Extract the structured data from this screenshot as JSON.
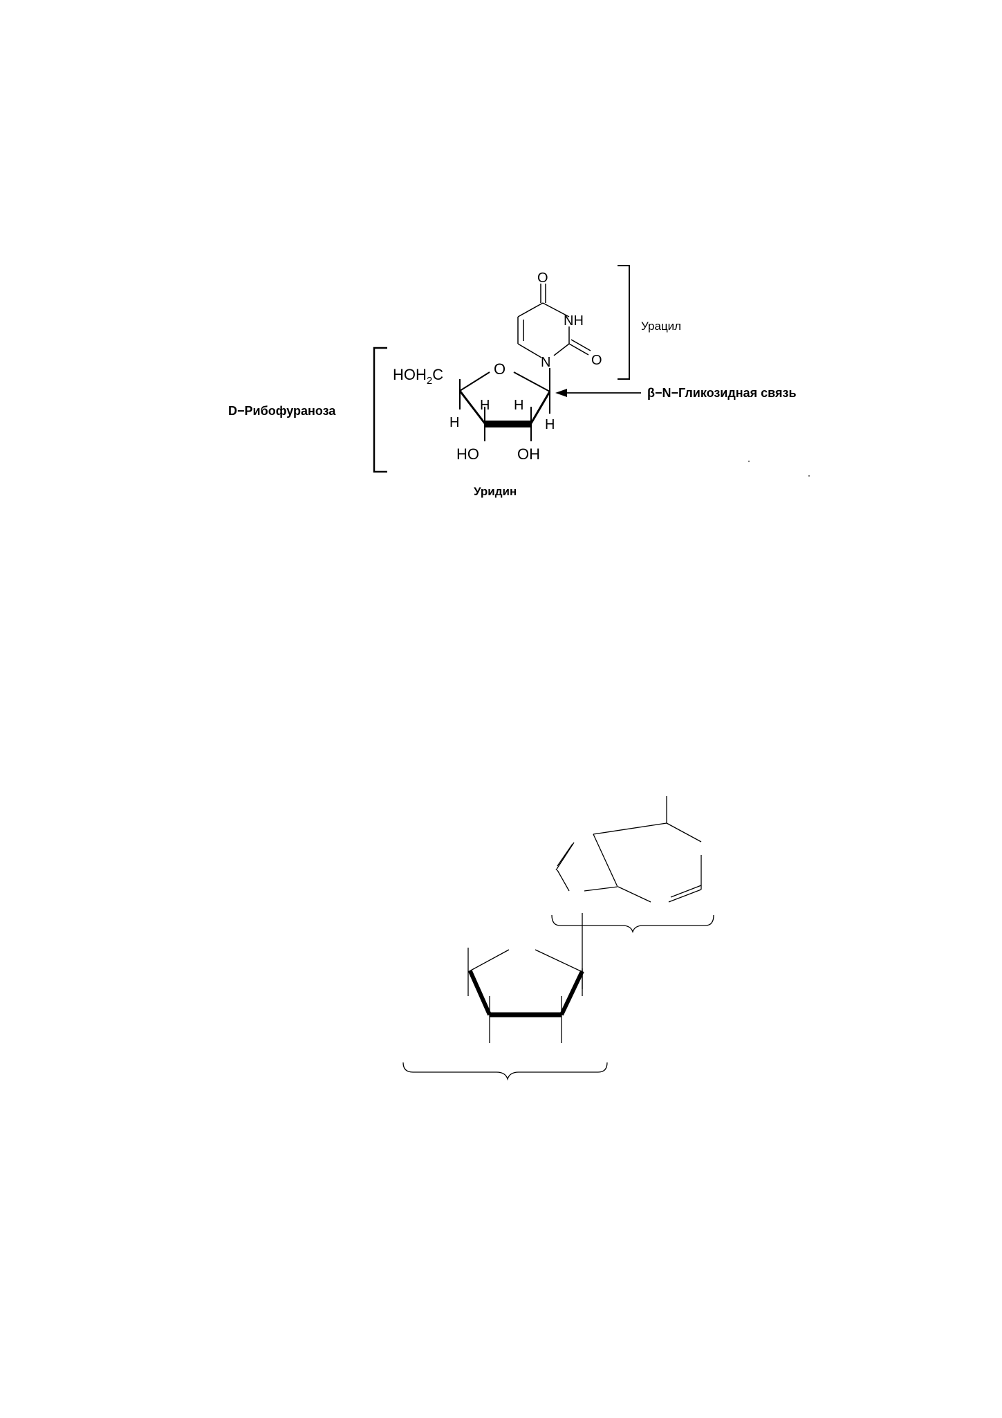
{
  "uridine_diagram": {
    "ribose_label": "D−Рибофураноза",
    "base_label": "Урацил",
    "bond_label": "β−N−Гликозидная связь",
    "name_label": "Уридин",
    "atoms": {
      "hoh2c": "HOH",
      "hoh2c_sub": "2",
      "hoh2c_tail": "C",
      "ring_o": "O",
      "ring_n": "N",
      "nh": "NH",
      "o_top": "O",
      "o_right": "O",
      "h_c4": "H",
      "h_c3": "H",
      "h_c2": "H",
      "h_c1": "H",
      "ho_c3": "HO",
      "oh_c2": "OH"
    }
  },
  "blank_diagram": {}
}
